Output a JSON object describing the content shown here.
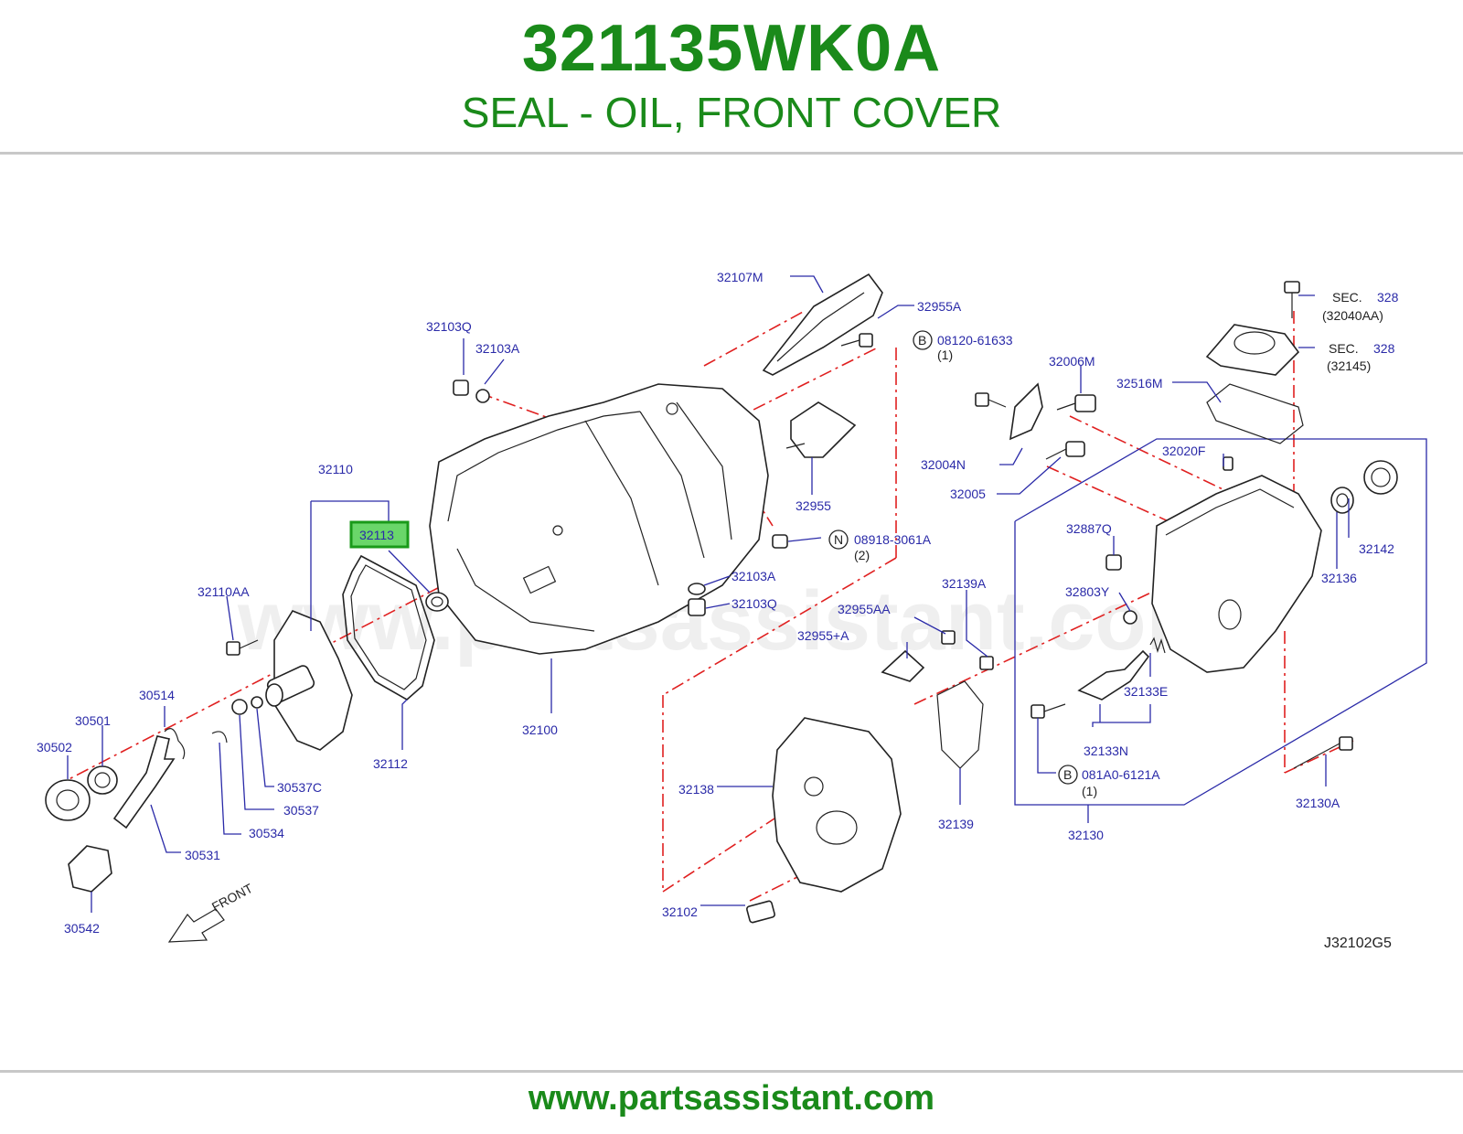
{
  "header": {
    "part_number": "321135WK0A",
    "part_name": "SEAL - OIL, FRONT COVER"
  },
  "diagram": {
    "code": "J32102G5",
    "watermark": "www.partsassistant.com",
    "front_label": "FRONT",
    "highlighted_part": "32113",
    "labels": {
      "p32107M": "32107M",
      "p32955A": "32955A",
      "p32103Q_top": "32103Q",
      "p32103A_top": "32103A",
      "bolt_08120": "08120-61633",
      "bolt_08120_qty": "(1)",
      "p32006M": "32006M",
      "p32516M": "32516M",
      "sec_1": "SEC.",
      "sec_1_num": "328",
      "sec_1_ref": "(32040AA)",
      "sec_2": "SEC.",
      "sec_2_num": "328",
      "sec_2_ref": "(32145)",
      "p32004N": "32004N",
      "p32005": "32005",
      "p32020F": "32020F",
      "p32110": "32110",
      "p32113": "32113",
      "p32955": "32955",
      "nut_08918": "08918-3061A",
      "nut_08918_qty": "(2)",
      "p32887Q": "32887Q",
      "p32142": "32142",
      "p32136": "32136",
      "p32110AA": "32110AA",
      "p32103A_mid": "32103A",
      "p32103Q_mid": "32103Q",
      "p32139A": "32139A",
      "p32803Y": "32803Y",
      "p32955AA": "32955AA",
      "p32955pA": "32955+A",
      "p30514": "30514",
      "p30501": "30501",
      "p30502": "30502",
      "p32133E": "32133E",
      "p30537C": "30537C",
      "p32112": "32112",
      "p32100": "32100",
      "p32133N": "32133N",
      "bolt_081A0": "081A0-6121A",
      "bolt_081A0_qty": "(1)",
      "p30537": "30537",
      "p32138": "32138",
      "p32130A": "32130A",
      "p30534": "30534",
      "p32139": "32139",
      "p32130": "32130",
      "p30531": "30531",
      "p32102": "32102",
      "p30542": "30542",
      "circle_B": "B",
      "circle_N": "N",
      "circle_B2": "B"
    }
  },
  "footer": {
    "url": "www.partsassistant.com"
  },
  "colors": {
    "title_green": "#1a8a1a",
    "label_blue": "#2a2aa8",
    "centerline_red": "#e02020",
    "highlight_green": "#6ad66a"
  }
}
